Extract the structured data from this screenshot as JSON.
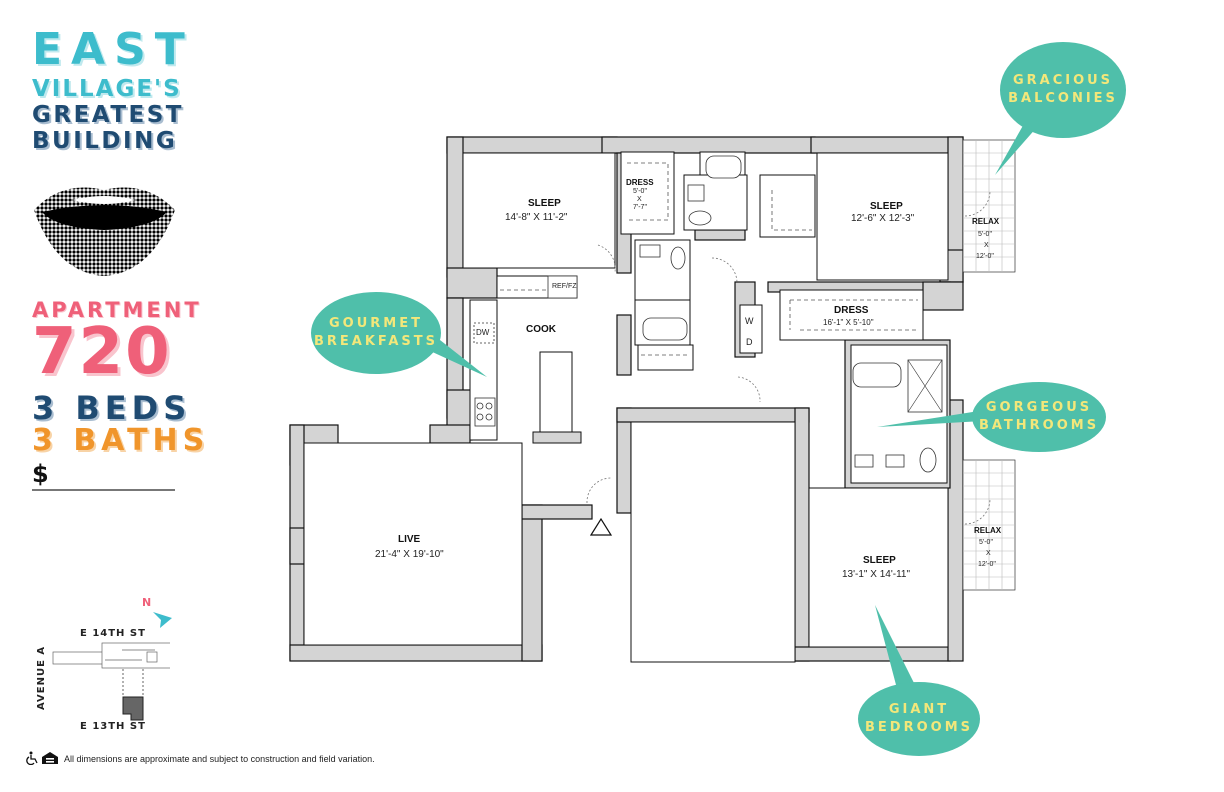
{
  "brand": {
    "line1": "EAST",
    "line2": "VILLAGE'S",
    "line3": "GREATEST",
    "line4": "BUILDING",
    "graphic": "halftone-lips"
  },
  "unit": {
    "label": "APARTMENT",
    "number": "720",
    "beds": "3 BEDS",
    "baths": "3 BATHS",
    "price_symbol": "$",
    "price_value": ""
  },
  "colors": {
    "teal": "#3dbccc",
    "navy": "#1f4b72",
    "pink": "#ef6079",
    "orange": "#f0952b",
    "bubble": "#4fbfaa",
    "bubble_text": "#f3e77a",
    "wall": "#d4d4d4"
  },
  "callouts": [
    {
      "line1": "GRACIOUS",
      "line2": "BALCONIES"
    },
    {
      "line1": "GOURMET",
      "line2": "BREAKFASTS"
    },
    {
      "line1": "GORGEOUS",
      "line2": "BATHROOMS"
    },
    {
      "line1": "GIANT",
      "line2": "BEDROOMS"
    }
  ],
  "rooms": {
    "sleep1": {
      "name": "SLEEP",
      "dim": "14'-8\" X 11'-2\""
    },
    "dress1": {
      "name": "DRESS",
      "dim1": "5'-0\"",
      "x": "X",
      "dim2": "7'-7\""
    },
    "sleep2": {
      "name": "SLEEP",
      "dim": "12'-6\" X 12'-3\""
    },
    "relax1": {
      "name": "RELAX",
      "dim1": "5'-0\"",
      "x": "X",
      "dim2": "12'-0\""
    },
    "dress2": {
      "name": "DRESS",
      "dim": "16'-1\" X 5'-10\""
    },
    "cook": {
      "name": "COOK"
    },
    "ref": {
      "name": "REF/FZ"
    },
    "dw": {
      "name": "DW"
    },
    "washer": {
      "name": "W"
    },
    "dryer": {
      "name": "D"
    },
    "live": {
      "name": "LIVE",
      "dim": "21'-4\" X 19'-10\""
    },
    "sleep3": {
      "name": "SLEEP",
      "dim": "13'-1\" X 14'-11\""
    },
    "relax2": {
      "name": "RELAX",
      "dim1": "5'-0\"",
      "x": "X",
      "dim2": "12'-0\""
    }
  },
  "keyplan": {
    "north": "N",
    "street_top": "E 14TH ST",
    "street_side": "AVENUE A",
    "street_bottom": "E 13TH ST"
  },
  "footer": {
    "disclaimer": "All dimensions are approximate and subject to construction and field variation.",
    "icons": [
      "accessibility-icon",
      "equal-housing-icon"
    ]
  }
}
